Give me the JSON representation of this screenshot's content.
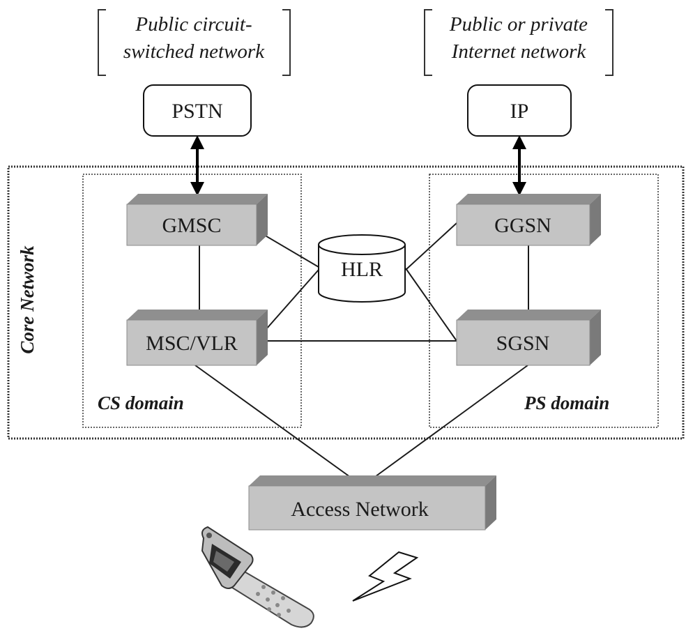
{
  "networks": {
    "pstn_caption_line1": "Public circuit-",
    "pstn_caption_line2": "switched network",
    "ip_caption_line1": "Public or private",
    "ip_caption_line2": "Internet network"
  },
  "nodes": {
    "pstn": "PSTN",
    "ip": "IP",
    "gmsc": "GMSC",
    "msc_vlr": "MSC/VLR",
    "hlr": "HLR",
    "ggsn": "GGSN",
    "sgsn": "SGSN",
    "access_network": "Access Network"
  },
  "regions": {
    "core_network": "Core Network",
    "cs_domain": "CS domain",
    "ps_domain": "PS domain"
  },
  "icons": {
    "phone": "mobile-phone-icon",
    "wireless": "lightning-signal-icon"
  }
}
